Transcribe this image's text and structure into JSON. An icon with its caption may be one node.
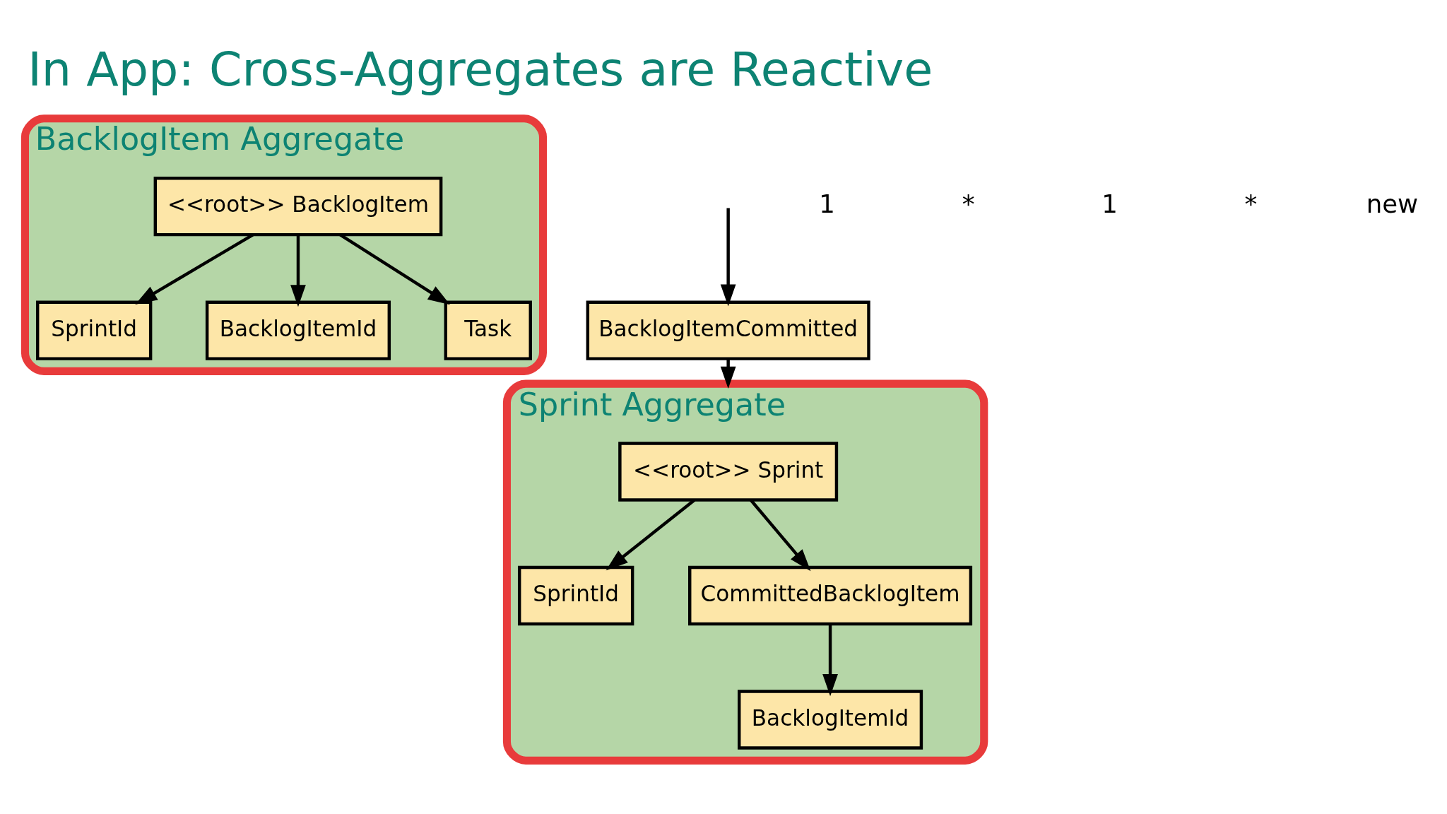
{
  "diagram": {
    "title": "In App: Cross-Aggregates are Reactive",
    "nodes": [
      {
        "text": [
          "BacklogItem Aggregate"
        ]
      },
      {
        "text": [
          "<<root>> BacklogItem"
        ],
        "in": 0
      },
      {
        "text": [
          "SprintId"
        ],
        "in": 0
      },
      {
        "text": [
          "BacklogItemId"
        ],
        "in": 0
      },
      {
        "text": [
          "Task"
        ],
        "in": 0
      },
      {
        "text": [
          "BacklogItemCommitted"
        ]
      },
      {
        "text": [
          "Sprint Aggregate"
        ]
      },
      {
        "text": [
          "<<root>> Sprint"
        ],
        "in": 6
      },
      {
        "text": [
          "SprintId"
        ],
        "in": 6
      },
      {
        "text": [
          "CommittedBacklogItem"
        ],
        "in": 6
      },
      {
        "text": [
          "BacklogItemId"
        ],
        "in": 6
      }
    ],
    "edges": [
      {
        "from": null,
        "to": 5,
        "arrow": "to"
      },
      {
        "from": 5,
        "to": 6,
        "arrow": "to"
      },
      {
        "from": 1,
        "to": 2,
        "arrow": "to"
      },
      {
        "from": 1,
        "to": 3,
        "arrow": "to"
      },
      {
        "from": 1,
        "to": 4,
        "arrow": "to"
      },
      {
        "from": 7,
        "to": 8,
        "arrow": "to"
      },
      {
        "from": 7,
        "to": 9,
        "arrow": "to"
      },
      {
        "from": 9,
        "to": 10,
        "arrow": "to"
      }
    ],
    "labels": [
      "1",
      "*",
      "1",
      "*",
      "new"
    ]
  }
}
